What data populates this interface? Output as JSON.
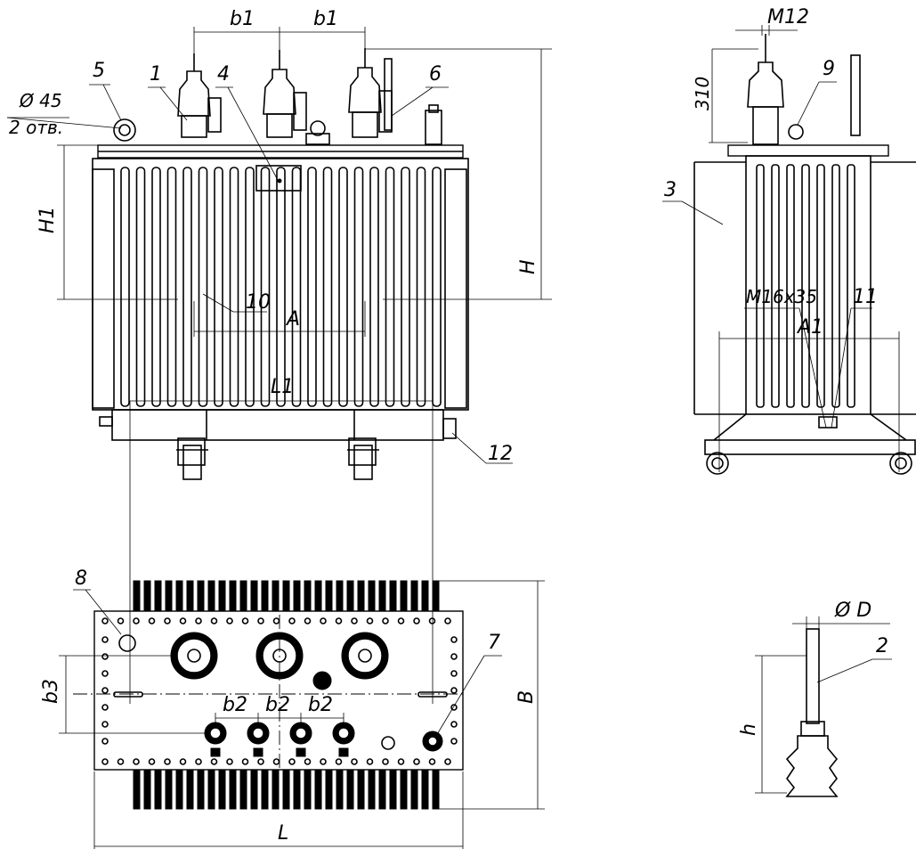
{
  "labels": {
    "b1_left": "b1",
    "b1_right": "b1",
    "diameter_hole": "Ø 45",
    "holes_count": "2 отв.",
    "callout_1": "1",
    "callout_2": "2",
    "callout_3": "3",
    "callout_4": "4",
    "callout_5": "5",
    "callout_6": "6",
    "callout_7": "7",
    "callout_8": "8",
    "callout_9": "9",
    "callout_10": "10",
    "callout_11": "11",
    "callout_12": "12",
    "dim_H": "H",
    "dim_H1": "H1",
    "dim_A": "A",
    "dim_A1": "A1",
    "dim_L": "L",
    "dim_L1": "L1",
    "dim_B": "B",
    "dim_b3": "b3",
    "dim_b2_1": "b2",
    "dim_b2_2": "b2",
    "dim_b2_3": "b2",
    "dim_D": "Ø D",
    "dim_h": "h",
    "thread_M12": "M12",
    "dim_310": "310",
    "bolt_M16": "M16x35"
  },
  "colors": {
    "line": "#000000",
    "background": "#ffffff"
  }
}
